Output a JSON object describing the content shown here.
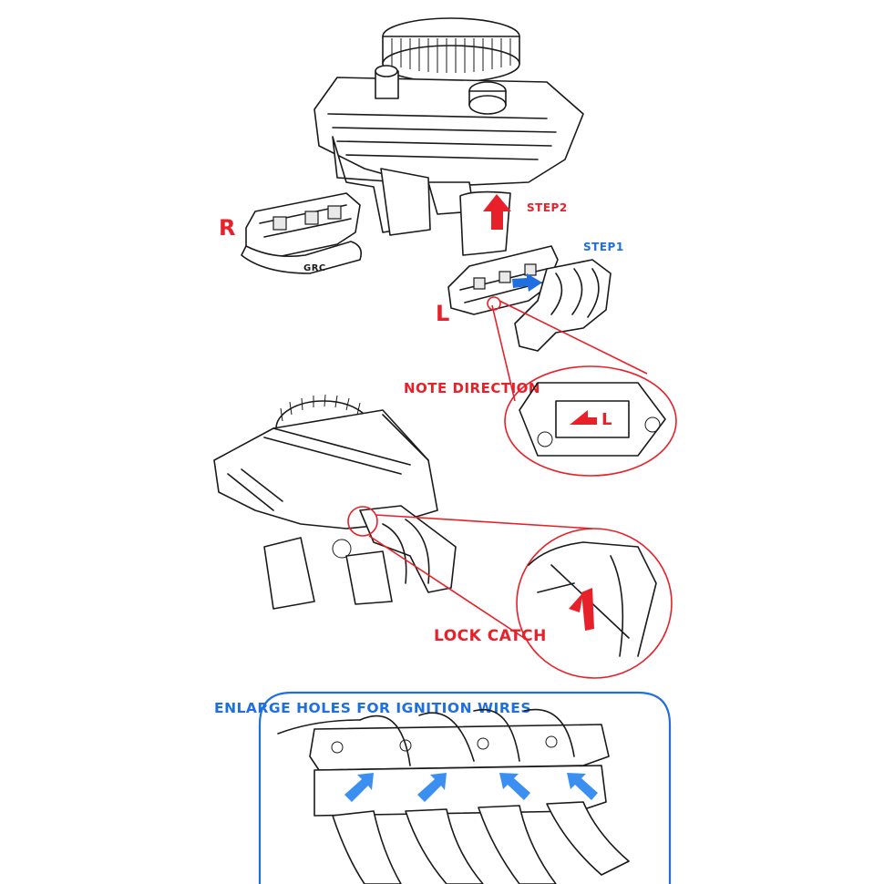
{
  "labels": {
    "step2": "STEP2",
    "step1": "STEP1",
    "side_r": "R",
    "side_l": "L",
    "note_direction": "NOTE DIRECTION",
    "lock_catch": "LOCK CATCH",
    "enlarge_holes": "ENLARGE HOLES FOR IGNITION WIRES",
    "brand": "GRC",
    "marker_l": "L"
  },
  "colors": {
    "red": "#e8202a",
    "blue": "#1f6fe0",
    "light_blue": "#3a8ff0",
    "ink": "#1a1a1a"
  },
  "icons": [
    "up-arrow-icon",
    "right-arrow-icon",
    "diagonal-arrow-icon"
  ]
}
